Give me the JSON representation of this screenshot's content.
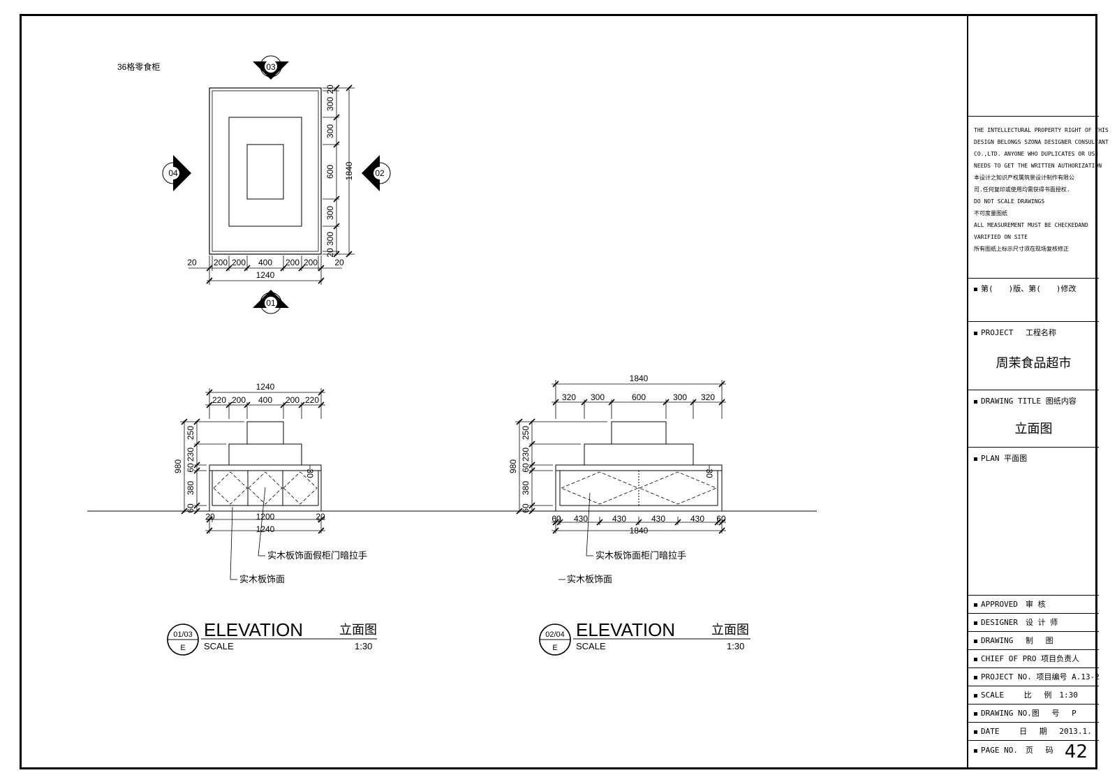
{
  "plan": {
    "title": "36格零食柜",
    "markers": {
      "top": "03",
      "bottom": "01",
      "left": "04",
      "right": "02"
    },
    "dims_right": [
      "20",
      "300",
      "300",
      "600",
      "300",
      "300",
      "20"
    ],
    "dim_total_h": "1840",
    "dims_bottom": [
      "20",
      "200",
      "200",
      "400",
      "200",
      "200",
      "20"
    ],
    "dim_total_w": "1240"
  },
  "elev1": {
    "dim_top_total": "1240",
    "dims_top": [
      "220",
      "200",
      "400",
      "200",
      "220"
    ],
    "dims_left": [
      "250",
      "230",
      "60",
      "380",
      "60"
    ],
    "dim_left_total": "980",
    "dim_small": "30",
    "dims_bottom": [
      "20",
      "1200",
      "20"
    ],
    "dim_bottom_total": "1240",
    "callout1": "实木板饰面假柜门暗拉手",
    "callout2": "实木板饰面"
  },
  "elev2": {
    "dim_top_total": "1840",
    "dims_top": [
      "320",
      "300",
      "600",
      "300",
      "320"
    ],
    "dims_left": [
      "250",
      "230",
      "60",
      "380",
      "60"
    ],
    "dim_left_total": "980",
    "dim_small": "30",
    "dims_bottom": [
      "60",
      "430",
      "430",
      "430",
      "430",
      "60"
    ],
    "dim_bottom_total": "1840",
    "callout1": "实木板饰面柜门暗拉手",
    "callout2": "实木板饰面"
  },
  "labels": [
    {
      "ref_top": "01/03",
      "ref_bottom": "E",
      "heading": "ELEVATION",
      "heading_cn": "立面图",
      "scale_label": "SCALE",
      "scale": "1:30"
    },
    {
      "ref_top": "02/04",
      "ref_bottom": "E",
      "heading": "ELEVATION",
      "heading_cn": "立面图",
      "scale_label": "SCALE",
      "scale": "1:30"
    }
  ],
  "titleblock": {
    "notes": [
      "THE INTELLECTURAL PROPERTY RIGHT OF THIS",
      "DESIGN BELONGS SZONA DESIGNER CONSULTANT",
      "CO.,LTD. ANYONE WHO DUPLICATES OR USE",
      "NEEDS TO GET THE WRITTEN AUTHORIZATION",
      "本设计之知识产权属筑景设计制作有限公",
      "司.任何复印或使用均需获得书面授权.",
      "DO NOT SCALE DRAWINGS",
      "不可度量图纸",
      "ALL MEASUREMENT MUST BE CHECKEDAND",
      "VARIFIED ON SITE",
      "所有图纸上标示尺寸须在现场复核修正"
    ],
    "revision": "第(　　)版、第(　　)修改",
    "project_label": "PROJECT　 工程名称",
    "project_name": "周茉食品超市",
    "drawing_title_label": "DRAWING TITLE 图纸内容",
    "drawing_title": "立面图",
    "plan_label": "PLAN 平面图",
    "approved": "APPROVED　审 核",
    "designer": "DESIGNER　设 计 师",
    "drawing": "DRAWING　 制　 图",
    "chief": "CHIEF OF PRO 项目负责人",
    "project_no": "PROJECT NO. 项目编号 A.13-2",
    "scale": "SCALE　　 比　 例　1:30",
    "drawing_no": "DRAWING NO.图　 号　 P",
    "date": "DATE　　 日　 期　 2013.1.",
    "page_label": "PAGE NO.　页　 码",
    "page": "42"
  }
}
